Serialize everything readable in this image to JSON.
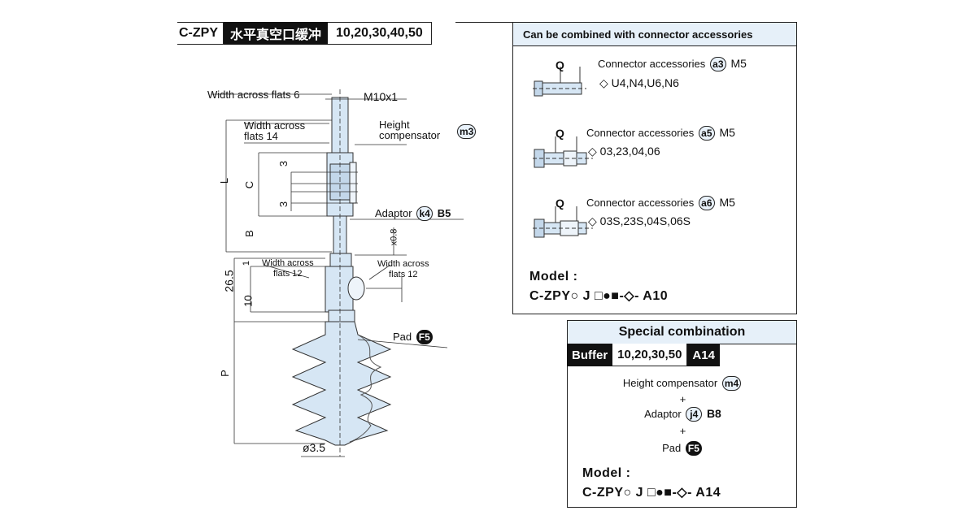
{
  "header": {
    "code": "C-ZPY",
    "title_cn": "水平真空口缓冲",
    "sizes": "10,20,30,40,50"
  },
  "drawing": {
    "width_across_flats_6": "Width across flats 6",
    "m10x1": "M10x1",
    "width_across_flats_14_l1": "Width across",
    "width_across_flats_14_l2": "flats 14",
    "height_comp_l1": "Height",
    "height_comp_l2": "compensator",
    "height_comp_badge": "m3",
    "dim_L": "L",
    "dim_C": "C",
    "dim_3a": "3",
    "dim_3b": "3",
    "adaptor_label": "Adaptor",
    "adaptor_badge": "k4",
    "adaptor_code": "B5",
    "dim_B": "B",
    "dim_x08": "x0.8",
    "dim_1": "1",
    "waf12_left_l1": "Width across",
    "waf12_left_l2": "flats 12",
    "waf12_right_l1": "Width across",
    "waf12_right_l2": "flats 12",
    "dim_265": "26.5",
    "dim_10": "10",
    "pad_label": "Pad",
    "pad_badge": "F5",
    "dim_P": "P",
    "dim_dia": "ø3.5"
  },
  "connector_panel": {
    "title": "Can be combined with connector accessories",
    "items": [
      {
        "q": "Q",
        "label": "Connector accessories",
        "badge": "a3",
        "thread": "M5",
        "options": "U4,N4,U6,N6"
      },
      {
        "q": "Q",
        "label": "Connector accessories",
        "badge": "a5",
        "thread": "M5",
        "options": "03,23,04,06"
      },
      {
        "q": "Q",
        "label": "Connector accessories",
        "badge": "a6",
        "thread": "M5",
        "options": "03S,23S,04S,06S"
      }
    ],
    "model_label": "Model :",
    "model_code": "C-ZPY○ J □●■-◇- A10"
  },
  "special_panel": {
    "title": "Special combination",
    "buffer_label": "Buffer",
    "buffer_sizes": "10,20,30,50",
    "code": "A14",
    "height_comp_label": "Height compensator",
    "height_comp_badge": "m4",
    "plus1": "+",
    "adaptor_label": "Adaptor",
    "adaptor_badge": "j4",
    "adaptor_code": "B8",
    "plus2": "+",
    "pad_label": "Pad",
    "pad_badge": "F5",
    "model_label": "Model :",
    "model_code": "C-ZPY○ J □●■-◇- A14"
  },
  "colors": {
    "part_fill": "#d6e6f4",
    "panel_header": "#e6f0f9",
    "badge_fill": "#e9f2fb",
    "dark": "#111111"
  }
}
